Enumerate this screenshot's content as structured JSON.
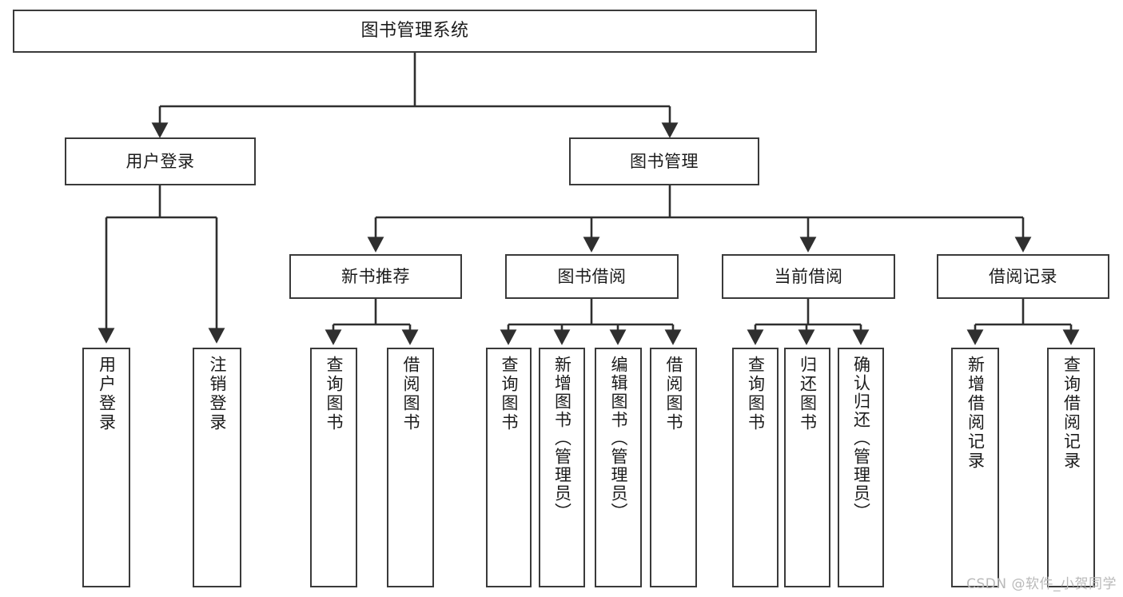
{
  "diagram": {
    "title": "图书管理系统",
    "type": "tree",
    "watermark": "CSDN @软件_小贺同学",
    "colors": {
      "background": "#ffffff",
      "box_border": "#3a3a3a",
      "box_fill": "#ffffff",
      "text": "#1b1b1b",
      "edge": "#2f2f2f",
      "watermark": "#b9b9b9"
    },
    "nodes": {
      "root": {
        "label": "图书管理系统"
      },
      "level2": [
        {
          "label": "用户登录"
        },
        {
          "label": "图书管理"
        }
      ],
      "level3": [
        {
          "label": "新书推荐"
        },
        {
          "label": "图书借阅"
        },
        {
          "label": "当前借阅"
        },
        {
          "label": "借阅记录"
        }
      ],
      "leaves_user_login": [
        {
          "label": "用户登录"
        },
        {
          "label": "注销登录"
        }
      ],
      "leaves_new_book": [
        {
          "label": "查询图书"
        },
        {
          "label": "借阅图书"
        }
      ],
      "leaves_borrow": [
        {
          "label": "查询图书"
        },
        {
          "label": "新增图书（管理员）"
        },
        {
          "label": "编辑图书（管理员）"
        },
        {
          "label": "借阅图书"
        }
      ],
      "leaves_current": [
        {
          "label": "查询图书"
        },
        {
          "label": "归还图书"
        },
        {
          "label": "确认归还（管理员）"
        }
      ],
      "leaves_record": [
        {
          "label": "新增借阅记录"
        },
        {
          "label": "查询借阅记录"
        }
      ]
    }
  }
}
